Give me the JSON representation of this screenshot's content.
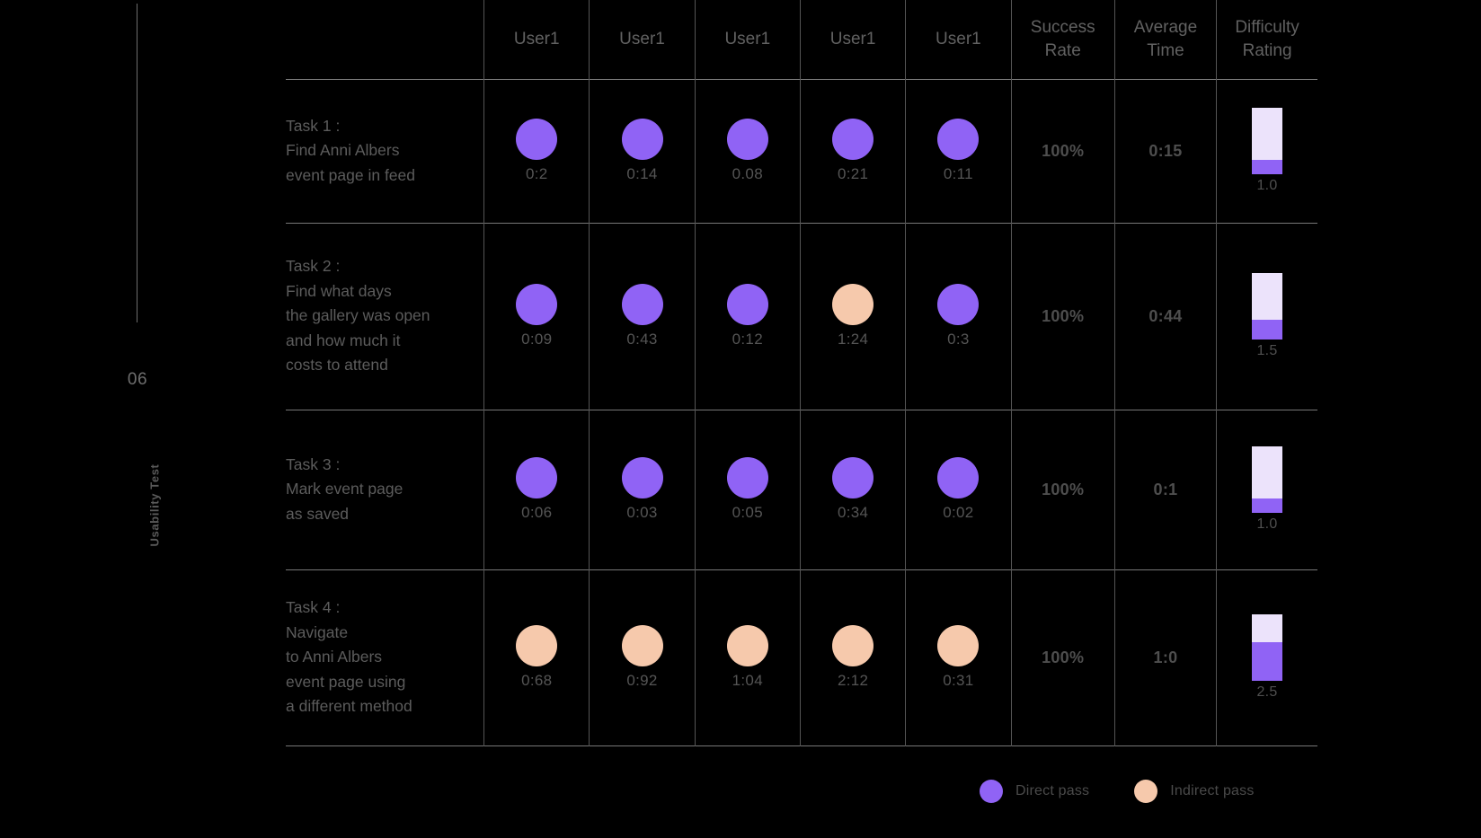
{
  "rail": {
    "page_number": "06",
    "section_label": "Usability Test"
  },
  "table": {
    "headers": {
      "task": "",
      "users": [
        "User1",
        "User1",
        "User1",
        "User1",
        "User1"
      ],
      "success_rate": "Success\nRate",
      "average_time": "Average\nTime",
      "difficulty_rating": "Difficulty\nRating"
    },
    "rows": [
      {
        "task_label": "Task 1 :\nFind Anni Albers\nevent page in feed",
        "results": [
          {
            "pass_type": "direct",
            "time": "0:2"
          },
          {
            "pass_type": "direct",
            "time": "0:14"
          },
          {
            "pass_type": "direct",
            "time": "0.08"
          },
          {
            "pass_type": "direct",
            "time": "0:21"
          },
          {
            "pass_type": "direct",
            "time": "0:11"
          }
        ],
        "success_rate": "100%",
        "average_time": "0:15",
        "difficulty_rating": "1.0",
        "difficulty_fill_pct": 22
      },
      {
        "task_label": "Task 2 :\nFind what days\nthe gallery was open\n and how much it\ncosts to attend",
        "results": [
          {
            "pass_type": "direct",
            "time": "0:09"
          },
          {
            "pass_type": "direct",
            "time": "0:43"
          },
          {
            "pass_type": "direct",
            "time": "0:12"
          },
          {
            "pass_type": "indirect",
            "time": "1:24"
          },
          {
            "pass_type": "direct",
            "time": "0:3"
          }
        ],
        "success_rate": "100%",
        "average_time": "0:44",
        "difficulty_rating": "1.5",
        "difficulty_fill_pct": 30
      },
      {
        "task_label": "Task 3 :\nMark event page\nas saved",
        "results": [
          {
            "pass_type": "direct",
            "time": "0:06"
          },
          {
            "pass_type": "direct",
            "time": "0:03"
          },
          {
            "pass_type": "direct",
            "time": "0:05"
          },
          {
            "pass_type": "direct",
            "time": "0:34"
          },
          {
            "pass_type": "direct",
            "time": "0:02"
          }
        ],
        "success_rate": "100%",
        "average_time": "0:1",
        "difficulty_rating": "1.0",
        "difficulty_fill_pct": 22
      },
      {
        "task_label": "Task 4 :\nNavigate\nto Anni Albers\nevent page using\na different method",
        "results": [
          {
            "pass_type": "indirect",
            "time": "0:68"
          },
          {
            "pass_type": "indirect",
            "time": "0:92"
          },
          {
            "pass_type": "indirect",
            "time": "1:04"
          },
          {
            "pass_type": "indirect",
            "time": "2:12"
          },
          {
            "pass_type": "indirect",
            "time": "0:31"
          }
        ],
        "success_rate": "100%",
        "average_time": "1:0",
        "difficulty_rating": "2.5",
        "difficulty_fill_pct": 58
      }
    ]
  },
  "legend": {
    "items": [
      {
        "label": "Direct pass",
        "pass_type": "direct"
      },
      {
        "label": "Indirect pass",
        "pass_type": "indirect"
      }
    ]
  },
  "colors": {
    "background": "#000000",
    "direct_pass": "#9063f5",
    "indirect_pass": "#f6c9ac",
    "difficulty_track": "#ece3fb",
    "grid_line": "#777777",
    "text_muted": "#5c5c5c"
  },
  "chart_data": {
    "type": "table",
    "title": "Usability Test",
    "columns": [
      "Task",
      "User1",
      "User1",
      "User1",
      "User1",
      "User1",
      "Success Rate",
      "Average Time",
      "Difficulty Rating"
    ],
    "tasks": [
      "Task 1 : Find Anni Albers event page in feed",
      "Task 2 : Find what days the gallery was open and how much it costs to attend",
      "Task 3 : Mark event page as saved",
      "Task 4 : Navigate to Anni Albers event page using a different method"
    ],
    "per_user_times": [
      [
        "0:2",
        "0:14",
        "0.08",
        "0:21",
        "0:11"
      ],
      [
        "0:09",
        "0:43",
        "0:12",
        "1:24",
        "0:3"
      ],
      [
        "0:06",
        "0:03",
        "0:05",
        "0:34",
        "0:02"
      ],
      [
        "0:68",
        "0:92",
        "1:04",
        "2:12",
        "0:31"
      ]
    ],
    "per_user_pass_type": [
      [
        "direct",
        "direct",
        "direct",
        "direct",
        "direct"
      ],
      [
        "direct",
        "direct",
        "direct",
        "indirect",
        "direct"
      ],
      [
        "direct",
        "direct",
        "direct",
        "direct",
        "direct"
      ],
      [
        "indirect",
        "indirect",
        "indirect",
        "indirect",
        "indirect"
      ]
    ],
    "success_rate": [
      "100%",
      "100%",
      "100%",
      "100%"
    ],
    "average_time": [
      "0:15",
      "0:44",
      "0:1",
      "1:0"
    ],
    "difficulty_rating": [
      1.0,
      1.5,
      1.0,
      2.5
    ],
    "difficulty_scale_max": 5,
    "legend": [
      "Direct pass",
      "Indirect pass"
    ]
  }
}
